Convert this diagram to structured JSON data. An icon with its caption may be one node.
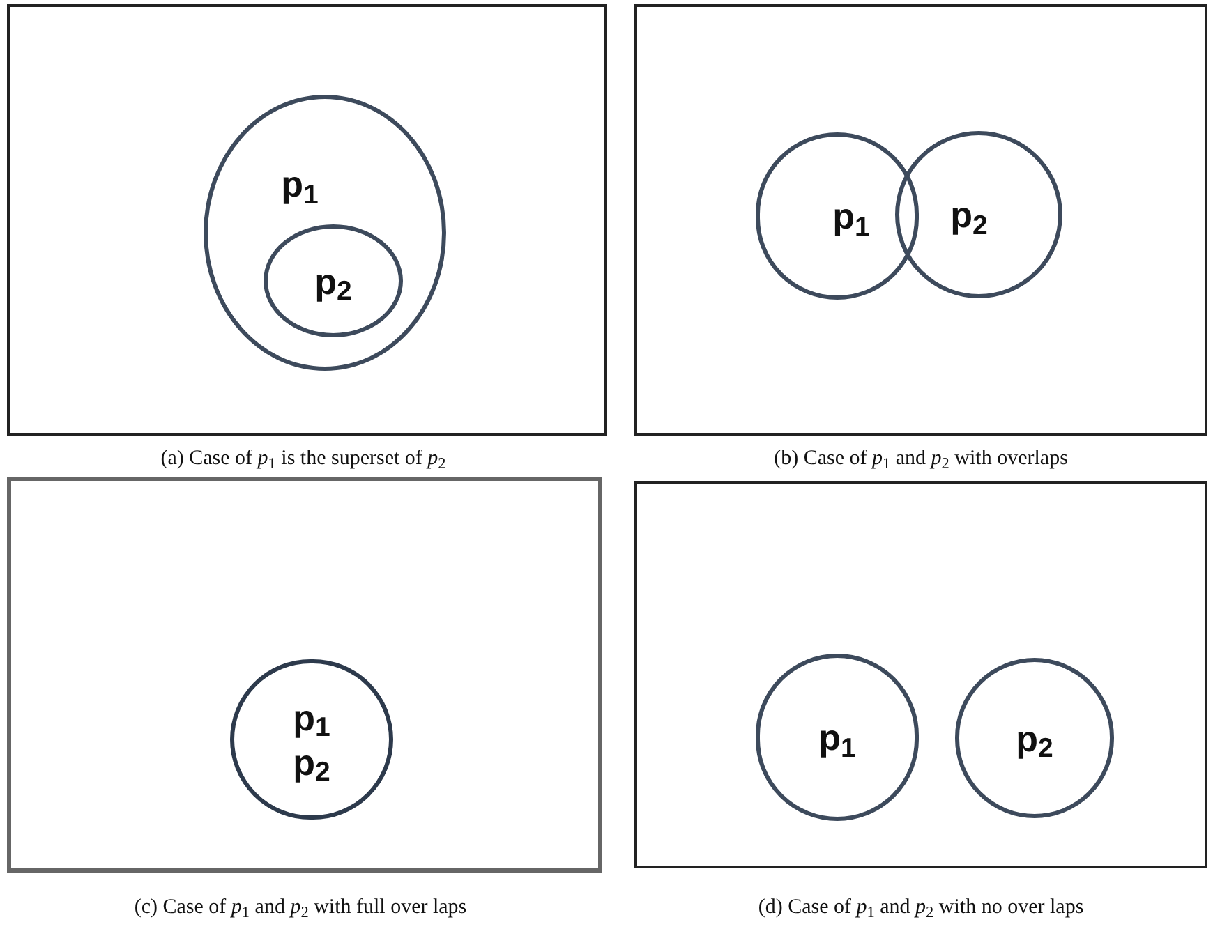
{
  "diagram": {
    "nodes": [
      {
        "text": [],
        "shape": "box"
      },
      {
        "text": [
          "p$_{1}$"
        ],
        "in": 0
      },
      {
        "text": [
          "p$_{2}$"
        ],
        "in": 1
      },
      {
        "text": [],
        "shape": "box"
      },
      {
        "text": [
          "p$_{1}$"
        ],
        "in": 3
      },
      {
        "text": [
          "p$_{2}$"
        ],
        "in": 3
      },
      {
        "text": [],
        "shape": "box"
      },
      {
        "text": [
          "p$_{1}$",
          "p$_{2}$"
        ],
        "in": 6
      },
      {
        "text": [],
        "shape": "box"
      },
      {
        "text": [
          "p$_{1}$"
        ],
        "in": 8
      },
      {
        "text": [
          "p$_{2}$"
        ],
        "in": 8
      }
    ],
    "edges": [],
    "labels": [
      "(a) Case of *p*$_{1}$ is the superset of *p*$_{2}$",
      "(b) Case of *p*$_{1}$ and *p*$_{2}$ with overlaps",
      "(c) Case of *p*$_{1}$ and *p*$_{2}$ with full over laps",
      "(d) Case of *p*$_{1}$ and *p*$_{2}$ with no over laps"
    ]
  }
}
